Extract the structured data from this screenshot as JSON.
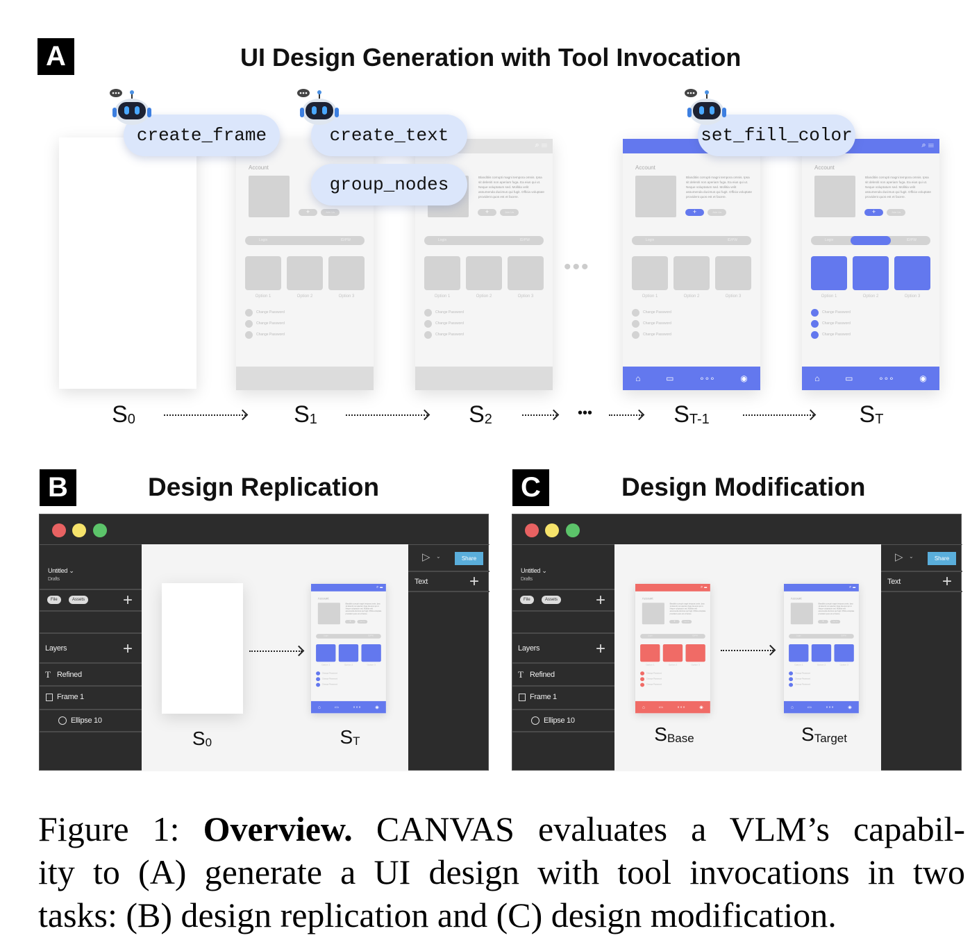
{
  "panel_a": {
    "letter": "A",
    "title": "UI Design Generation with Tool Invocation",
    "tools": [
      "create_frame",
      "create_text",
      "group_nodes",
      "set_fill_color"
    ],
    "states": [
      {
        "s": "S",
        "sub": "0"
      },
      {
        "s": "S",
        "sub": "1"
      },
      {
        "s": "S",
        "sub": "2"
      },
      {
        "s": "S",
        "sub": "T-1"
      },
      {
        "s": "S",
        "sub": "T"
      }
    ],
    "ellipsis": "•••"
  },
  "mockup": {
    "account": "Account",
    "paragraph": "Blanditiis corrupti magni tempora omnis. Ipsa sit deleniti non aperiam fuga. Ea eius qui ut. Neque voluptatum sed. Mollitia velit assumenda ducimus qui fugit. Officia voluptate provident quos est et facere.",
    "plus": "+",
    "join": "Join Us",
    "login": "Login",
    "idpw": "ID/PW",
    "options": [
      "Option 1",
      "Option 2",
      "Option 3"
    ],
    "change_password": "Change Password",
    "nav_icons": [
      "home-icon",
      "chat-icon",
      "more-icon",
      "profile-icon"
    ]
  },
  "panel_b": {
    "letter": "B",
    "title": "Design Replication",
    "labels": [
      {
        "s": "S",
        "sub": "0"
      },
      {
        "s": "S",
        "sub": "T"
      }
    ]
  },
  "panel_c": {
    "letter": "C",
    "title": "Design Modification",
    "labels": [
      {
        "s": "S",
        "sub": "Base"
      },
      {
        "s": "S",
        "sub": "Target"
      }
    ]
  },
  "editor": {
    "file_name": "Untitled ⌄",
    "location": "Drafts",
    "file_tab": "File",
    "assets_tab": "Assets",
    "layers": "Layers",
    "layer_items": [
      "Refined",
      "Frame 1",
      "Ellipse 10"
    ],
    "share": "Share",
    "text_section": "Text"
  },
  "caption": {
    "label": "Figure 1:",
    "bold": "Overview.",
    "line1_rest": "CANVAS evaluates a VLM’s capabil-",
    "line2": "ity to (A) generate a UI design with tool invocations in two",
    "line3": "tasks: (B) design replication and (C) design modification."
  },
  "colors": {
    "accent_blue": "#6378ee",
    "accent_red": "#f06b66",
    "bubble": "#dbe6fb",
    "editor_dark": "#2c2c2c",
    "share": "#5aaedb"
  }
}
